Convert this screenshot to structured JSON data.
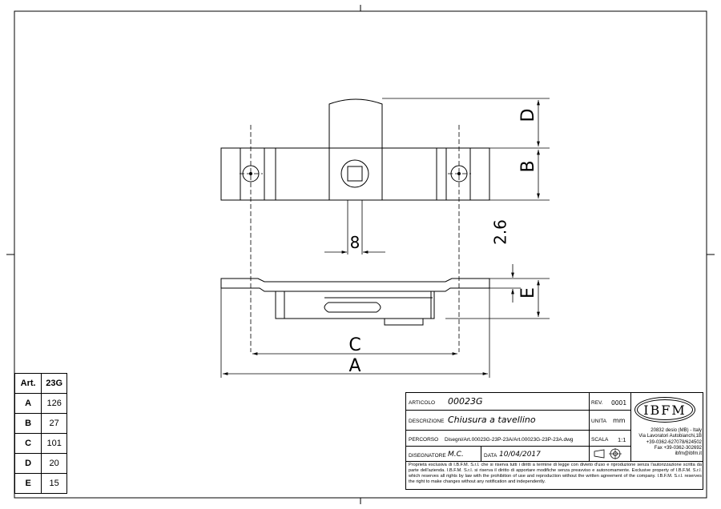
{
  "drawing": {
    "dimension_labels": {
      "d": "D",
      "b": "B",
      "e8": "8",
      "e26": "2.6",
      "e": "E",
      "c": "C",
      "a": "A"
    }
  },
  "dim_table": {
    "header": [
      "Art.",
      "23G"
    ],
    "rows": [
      {
        "key": "A",
        "value": "126"
      },
      {
        "key": "B",
        "value": "27"
      },
      {
        "key": "C",
        "value": "101"
      },
      {
        "key": "D",
        "value": "20"
      },
      {
        "key": "E",
        "value": "15"
      }
    ]
  },
  "title_block": {
    "articolo_label": "ARTICOLO",
    "articolo_value": "00023G",
    "rev_label": "REV.",
    "rev_value": "0001",
    "descrizione_label": "DESCRIZIONE",
    "descrizione_value": "Chiusura a tavellino",
    "unita_label": "UNITA",
    "unita_value": "mm",
    "percorso_label": "PERCORSO",
    "percorso_value": "Disegni/Art.00023G-23P-23A/Art.00023G-23P-23A.dwg",
    "scala_label": "SCALA",
    "scala_value": "1:1",
    "disegnatore_label": "DISEGNATORE",
    "disegnatore_value": "M.C.",
    "data_label": "DATA",
    "data_value": "10/04/2017",
    "logo": "IBFM",
    "address_lines": [
      "20832 desio (MB) - Italy",
      "Via Lavoratori Autobianchi,1B",
      "+39-0362-627078/624502",
      "Fax +39-0362-302692",
      "ibfm@ibfm.it"
    ],
    "legal": "Proprietà esclusiva di I.B.F.M. S.r.l. che si riserva tutti i diritti a termine di legge con divieto d'uso e riproduzione senza l'autorizzazione scritta da parte dell'azienda. I.B.F.M. S.r.l. si riserva il diritto di apportare modifiche senza preavviso e autonomamente. Exclusive property of I.B.F.M. S.r.l. which reserves all rights by law with the prohibition of use and reproduction without the written agreement of the company. I.B.F.M. S.r.l. reserves the right to make changes without any notification and independently."
  }
}
